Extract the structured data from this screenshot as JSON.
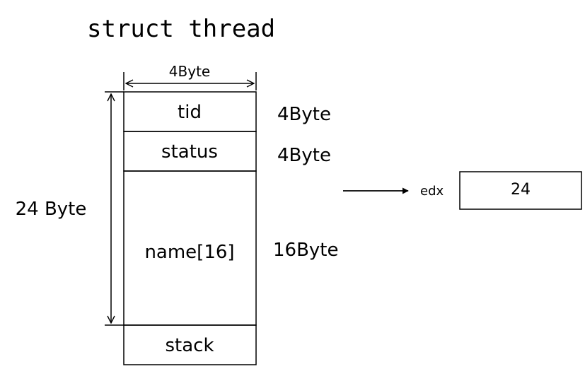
{
  "title": "struct thread",
  "width_label": "4Byte",
  "total_label": "24 Byte",
  "fields": [
    {
      "name": "tid",
      "size": "4Byte"
    },
    {
      "name": "status",
      "size": "4Byte"
    },
    {
      "name": "name[16]",
      "size": "16Byte"
    },
    {
      "name": "stack",
      "size": ""
    }
  ],
  "register": {
    "name": "edx",
    "value": "24"
  }
}
